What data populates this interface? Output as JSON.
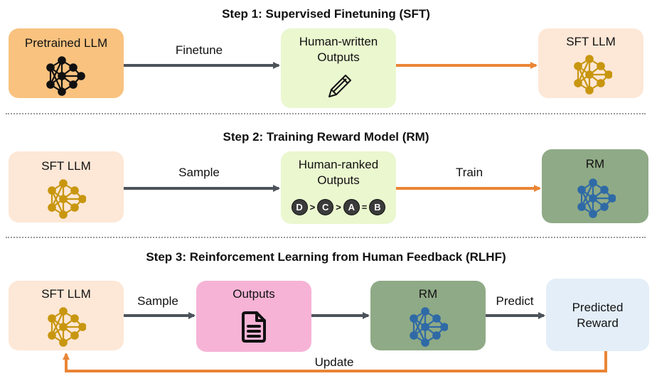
{
  "steps": [
    {
      "title": "Step 1: Supervised Finetuning (SFT)"
    },
    {
      "title": "Step 2: Training Reward Model (RM)"
    },
    {
      "title": "Step 3: Reinforcement Learning from Human Feedback (RLHF)"
    }
  ],
  "step1": {
    "pretrained": "Pretrained LLM",
    "finetune": "Finetune",
    "human_written": "Human-written\nOutputs",
    "sft": "SFT LLM"
  },
  "step2": {
    "sft": "SFT LLM",
    "sample": "Sample",
    "human_ranked": "Human-ranked\nOutputs",
    "ranking": [
      "D",
      ">",
      "C",
      ">",
      "A",
      "=",
      "B"
    ],
    "train": "Train",
    "rm": "RM"
  },
  "step3": {
    "sft": "SFT LLM",
    "sample": "Sample",
    "outputs": "Outputs",
    "rm": "RM",
    "predict": "Predict",
    "predicted_reward": "Predicted\nReward",
    "update": "Update"
  },
  "colors": {
    "pretrained_bg": "#f9c27f",
    "sft_bg": "#fde7d6",
    "human_bg": "#eaf7cf",
    "rm_bg": "#8faa86",
    "outputs_bg": "#f6b3d6",
    "reward_bg": "#e3eef8",
    "arrow_gray": "#4d535a",
    "arrow_orange": "#ea8535",
    "node_black": "#111111",
    "node_gold": "#c8960f",
    "node_blue": "#2f6aa6"
  }
}
